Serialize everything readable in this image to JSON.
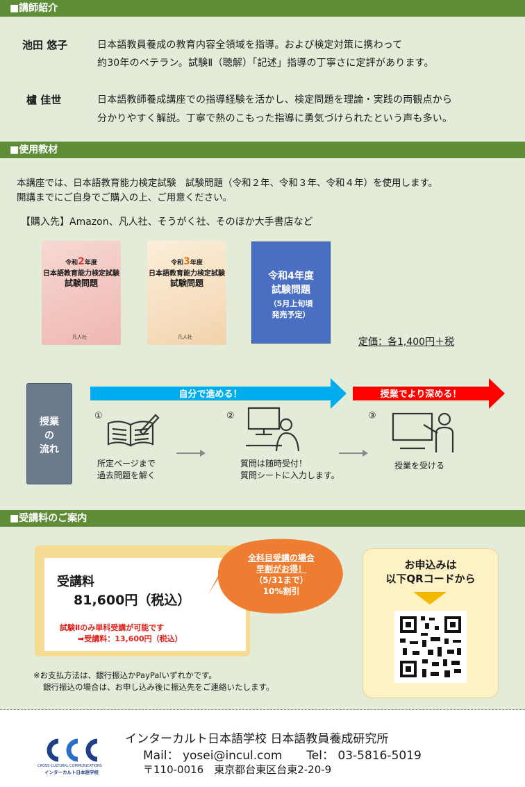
{
  "sections": {
    "instructors": "■講師紹介",
    "materials": "■使用教材",
    "fees": "■受講料のご案内"
  },
  "instructors": [
    {
      "name": "池田 悠子",
      "lines": [
        "日本語教員養成の教育内容全領域を指導。および検定対策に携わって",
        "約30年のベテラン。試験Ⅱ（聴解）「記述」指導の丁寧さに定評があります。"
      ]
    },
    {
      "name": "櫨 佳世",
      "lines": [
        "日本語教師養成講座での指導経験を活かし、検定問題を理論・実践の両観点から",
        "分かりやすく解説。丁寧で熱のこもった指導に勇気づけられたという声も多い。"
      ]
    }
  ],
  "materials": {
    "line1": "本講座では、日本語教育能力検定試験　試験問題（令和２年、令和３年、令和４年）を使用します。",
    "line2": "開講までにご自身でご購入の上、ご用意ください。",
    "purchase": "【購入先】Amazon、凡人社、そうがく社、そのほか大手書店など",
    "books": [
      {
        "era_prefix": "令和",
        "era_num": "2",
        "era_suffix": "年度",
        "title1": "日本語教育能力検定試験",
        "title2": "試験問題",
        "publisher": "凡人社",
        "num_color": "#d23b3b"
      },
      {
        "era_prefix": "令和",
        "era_num": "3",
        "era_suffix": "年度",
        "title1": "日本語教育能力検定試験",
        "title2": "試験問題",
        "publisher": "凡人社",
        "num_color": "#e07a1a"
      }
    ],
    "book3": {
      "line1": "令和4年度",
      "line2": "試験問題",
      "line3": "（5月上旬頃",
      "line4": "発売予定）"
    },
    "price": "定価：各1,400円＋税"
  },
  "flow": {
    "label1": "授業",
    "label2": "の",
    "label3": "流れ",
    "arrow_self": "自分で進める！",
    "arrow_class": "授業でより深める！",
    "steps": [
      {
        "num": "①",
        "text1": "所定ページまで",
        "text2": "過去問題を解く",
        "icon": "book-pen-icon"
      },
      {
        "num": "②",
        "text1": "質問は随時受付！",
        "text2": "質問シートに入力します。",
        "icon": "computer-user-icon"
      },
      {
        "num": "③",
        "text1": "授業を受ける",
        "text2": "",
        "icon": "teacher-board-icon"
      }
    ],
    "colors": {
      "blue": "#00aeef",
      "red": "#ff0000",
      "box": "#6b7b8c"
    }
  },
  "fees": {
    "label": "受講料",
    "amount": "81,600円（税込）",
    "note1": "試験Ⅱのみ単科受講が可能です",
    "note2": "➡受講料：13,600円（税込）",
    "discount1": "全科目受講の場合",
    "discount2": "早割がお得！",
    "discount3": "（5/31まで）",
    "discount4": "10%割引",
    "payment1": "※お支払方法は、銀行振込かPayPalいずれかです。",
    "payment2": "銀行振込の場合は、お申し込み後に振込先をご連絡いたします。",
    "apply1": "お申込みは",
    "apply2": "以下QRコードから"
  },
  "footer": {
    "org": "インターカルト日本語学校 日本語教員養成研究所",
    "mail_label": "Mail：",
    "mail": "yosei@incul.com",
    "tel_label": "Tel：",
    "tel": "03-5816-5019",
    "address": "〒110-0016　東京都台東区台東2-20-9",
    "logo_text": "CCC",
    "logo_sub1": "CROSS-CULTURAL COMMUNICATIONS",
    "logo_sub2": "インターカルト日本語学校"
  }
}
